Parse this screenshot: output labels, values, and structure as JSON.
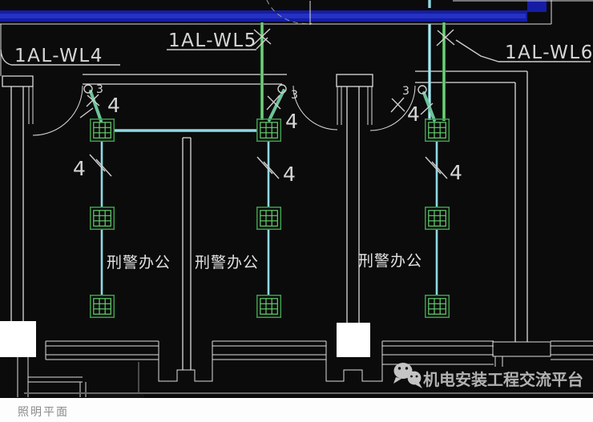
{
  "caption": {
    "text": "照明平面"
  },
  "feeder_labels": {
    "wl4": "1AL-WL4",
    "wl5": "1AL-WL5",
    "wl6": "1AL-WL6"
  },
  "rooms": [
    "刑警办公",
    "刑警办公",
    "刑警办公"
  ],
  "switches": [
    {
      "id_label": "3",
      "wire_label": "4"
    },
    {
      "id_label": "3",
      "wire_label": "4"
    },
    {
      "id_label": "3",
      "wire_label": "4"
    }
  ],
  "branch_wire_labels": [
    "4",
    "4",
    "4"
  ],
  "watermark": {
    "text": "机电安装工程交流平台",
    "icon": "wechat-icon"
  },
  "colors": {
    "background": "#0b0b0c",
    "feeder_blue": "#161da4",
    "feeder_blue_light": "#2531c4",
    "wall_white": "#dcdcdc",
    "wire_cyan": "#8fd9e2",
    "wire_cyan_bright": "#c2ecf4",
    "wire_green": "#43a24d",
    "wire_green_bright": "#8fe098",
    "wire_teal": "#6cc49a",
    "fixture_green": "#3da04a",
    "fixture_green_bright": "#65d26e",
    "text_white": "#d6d6d6",
    "caption_gray": "#8a8a8a",
    "watermark_gray": "#c4c4c4",
    "fence_gray": "#6a6a6a"
  }
}
